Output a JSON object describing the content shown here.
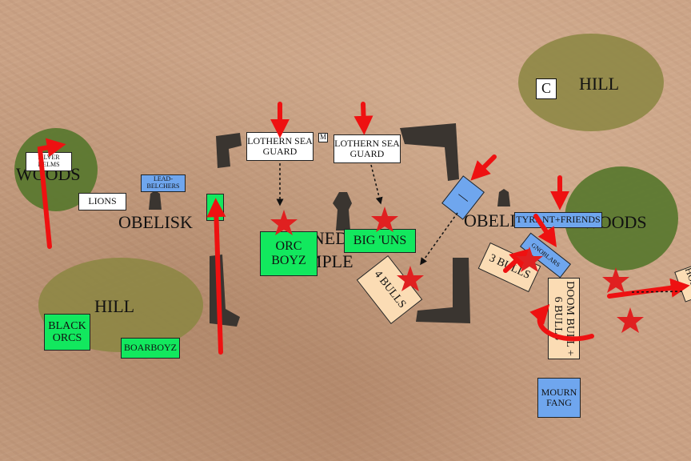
{
  "terrain": {
    "hill_top_right": "HILL",
    "hill_left": "HILL",
    "woods_left": "WOODS",
    "woods_right": "WOODS",
    "obelisk_left": "OBELISK",
    "obelisk_right": "OBELISK",
    "ruined_temple_line1": "RUINED",
    "ruined_temple_line2": "TEMPLE"
  },
  "markers": {
    "c": "C",
    "m": "M"
  },
  "units": {
    "silver_helms": "SILVER HELMS",
    "lions": "LIONS",
    "lead_belchers": "LEAD- BELCHERS",
    "sea_guard_1": "LOTHERN SEA GUARD",
    "sea_guard_2": "LOTHERN SEA GUARD",
    "orc_boyz": "ORC BOYZ",
    "big_uns": "BIG 'UNS",
    "four_bulls": "4 BULLS",
    "three_bulls": "3 BULLS",
    "tyrant_friends": "TYRANT+FRIENDS",
    "gnoblars": "GNOBLARS",
    "doom_bull": "DOOM BULL + 6 BULLS",
    "mourn_fang": "MOURN FANG",
    "black_orcs": "BLACK ORCS",
    "boarboyz": "BOARBOYZ",
    "edge_unit": "HORSE"
  },
  "colors": {
    "high_elves": "#ffffff",
    "orcs": "#12e85e",
    "ogre_support": "#6fa6ee",
    "ogre_bulls": "#fbdcb4",
    "arrow": "#ee1111",
    "star": "#e02020",
    "hill": "#8c8643",
    "woods": "#58772e"
  }
}
